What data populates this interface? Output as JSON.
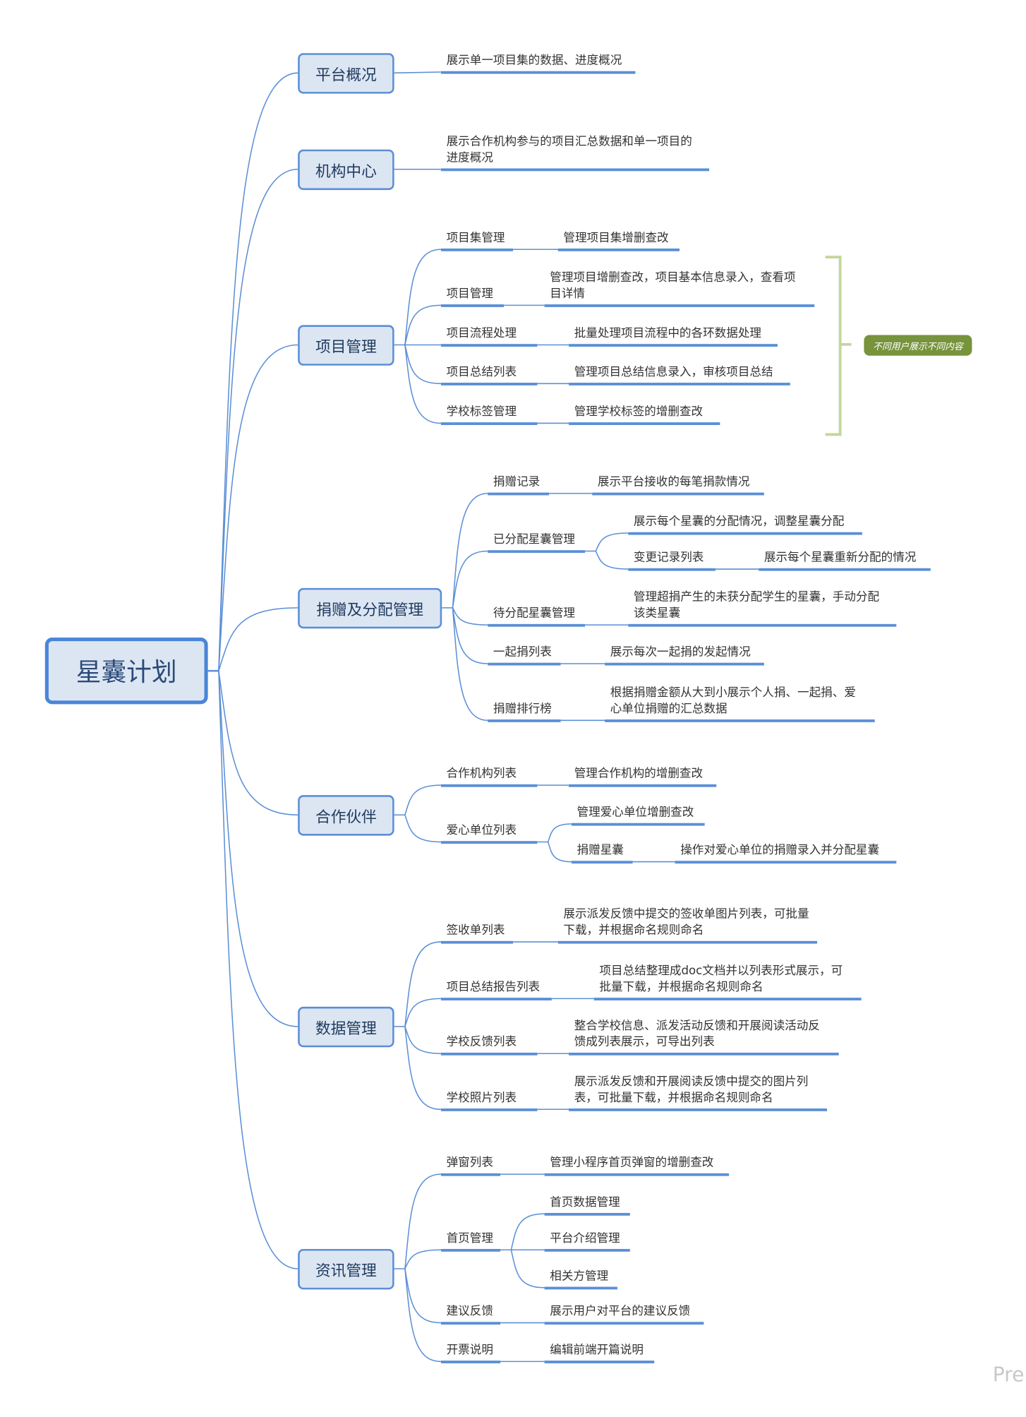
{
  "root": {
    "title": "星囊计划"
  },
  "branches": [
    {
      "label": "平台概况",
      "desc": [
        "展示单一项目集的数据、进度概况"
      ]
    },
    {
      "label": "机构中心",
      "desc": [
        "展示合作机构参与的项目汇总数据和单一项目的",
        "进度概况"
      ]
    },
    {
      "label": "项目管理",
      "note": "不同用户展示不同内容",
      "children": [
        {
          "label": "项目集管理",
          "desc": [
            "管理项目集增删查改"
          ]
        },
        {
          "label": "项目管理",
          "desc": [
            "管理项目增删查改，项目基本信息录入，查看项",
            "目详情"
          ]
        },
        {
          "label": "项目流程处理",
          "desc": [
            "批量处理项目流程中的各环数据处理"
          ]
        },
        {
          "label": "项目总结列表",
          "desc": [
            "管理项目总结信息录入，审核项目总结"
          ]
        },
        {
          "label": "学校标签管理",
          "desc": [
            "管理学校标签的增删查改"
          ]
        }
      ]
    },
    {
      "label": "捐赠及分配管理",
      "children": [
        {
          "label": "捐赠记录",
          "desc": [
            "展示平台接收的每笔捐款情况"
          ]
        },
        {
          "label": "已分配星囊管理",
          "children": [
            {
              "desc": [
                "展示每个星囊的分配情况，调整星囊分配"
              ]
            },
            {
              "label": "变更记录列表",
              "desc": [
                "展示每个星囊重新分配的情况"
              ]
            }
          ]
        },
        {
          "label": "待分配星囊管理",
          "desc": [
            "管理超捐产生的未获分配学生的星囊，手动分配",
            "该类星囊"
          ]
        },
        {
          "label": "一起捐列表",
          "desc": [
            "展示每次一起捐的发起情况"
          ]
        },
        {
          "label": "捐赠排行榜",
          "desc": [
            "根据捐赠金额从大到小展示个人捐、一起捐、爱",
            "心单位捐赠的汇总数据"
          ]
        }
      ]
    },
    {
      "label": "合作伙伴",
      "children": [
        {
          "label": "合作机构列表",
          "desc": [
            "管理合作机构的增删查改"
          ]
        },
        {
          "label": "爱心单位列表",
          "children": [
            {
              "desc": [
                "管理爱心单位增删查改"
              ]
            },
            {
              "label": "捐赠星囊",
              "desc": [
                "操作对爱心单位的捐赠录入并分配星囊"
              ]
            }
          ]
        }
      ]
    },
    {
      "label": "数据管理",
      "children": [
        {
          "label": "签收单列表",
          "desc": [
            "展示派发反馈中提交的签收单图片列表，可批量",
            "下载，并根据命名规则命名"
          ]
        },
        {
          "label": "项目总结报告列表",
          "desc": [
            "项目总结整理成doc文档并以列表形式展示，可",
            "批量下载，并根据命名规则命名"
          ]
        },
        {
          "label": "学校反馈列表",
          "desc": [
            "整合学校信息、派发活动反馈和开展阅读活动反",
            "馈成列表展示，可导出列表"
          ]
        },
        {
          "label": "学校照片列表",
          "desc": [
            "展示派发反馈和开展阅读反馈中提交的图片列",
            "表，可批量下载，并根据命名规则命名"
          ]
        }
      ]
    },
    {
      "label": "资讯管理",
      "children": [
        {
          "label": "弹窗列表",
          "desc": [
            "管理小程序首页弹窗的增删查改"
          ]
        },
        {
          "label": "首页管理",
          "children": [
            {
              "label": "首页数据管理"
            },
            {
              "label": "平台介绍管理"
            },
            {
              "label": "相关方管理"
            }
          ]
        },
        {
          "label": "建议反馈",
          "desc": [
            "展示用户对平台的建议反馈"
          ]
        },
        {
          "label": "开票说明",
          "desc": [
            "编辑前端开篇说明"
          ]
        }
      ]
    }
  ],
  "watermark": "Pre",
  "colors": {
    "line": "#5b8fd6",
    "box_bg": "#dce6f2",
    "bracket": "#c3d69b",
    "note_bg": "#77933c"
  }
}
